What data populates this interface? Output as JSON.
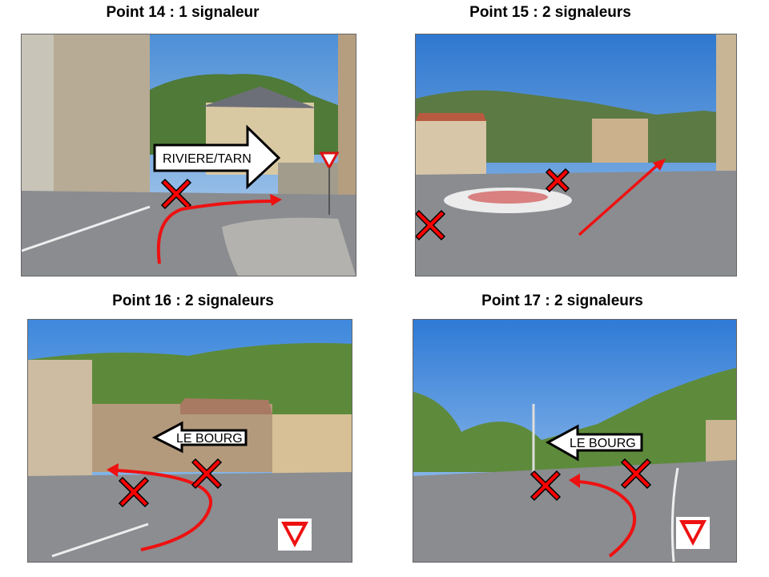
{
  "panels": [
    {
      "title": "Point 14 : 1 signaleur",
      "sign_label": "RIVIERE/TARN",
      "sign_direction": "right",
      "crosses": 1
    },
    {
      "title": "Point 15 : 2 signaleurs",
      "crosses": 2
    },
    {
      "title": "Point 16 : 2 signaleurs",
      "sign_label": "LE BOURG",
      "sign_direction": "left",
      "crosses": 2
    },
    {
      "title": "Point 17 : 2 signaleurs",
      "sign_label": "LE BOURG",
      "sign_direction": "left",
      "crosses": 2
    }
  ],
  "colors": {
    "cross": "#ff0000",
    "route": "#ee1111",
    "sky": "#5a9ad8",
    "road": "#8a8c90"
  }
}
